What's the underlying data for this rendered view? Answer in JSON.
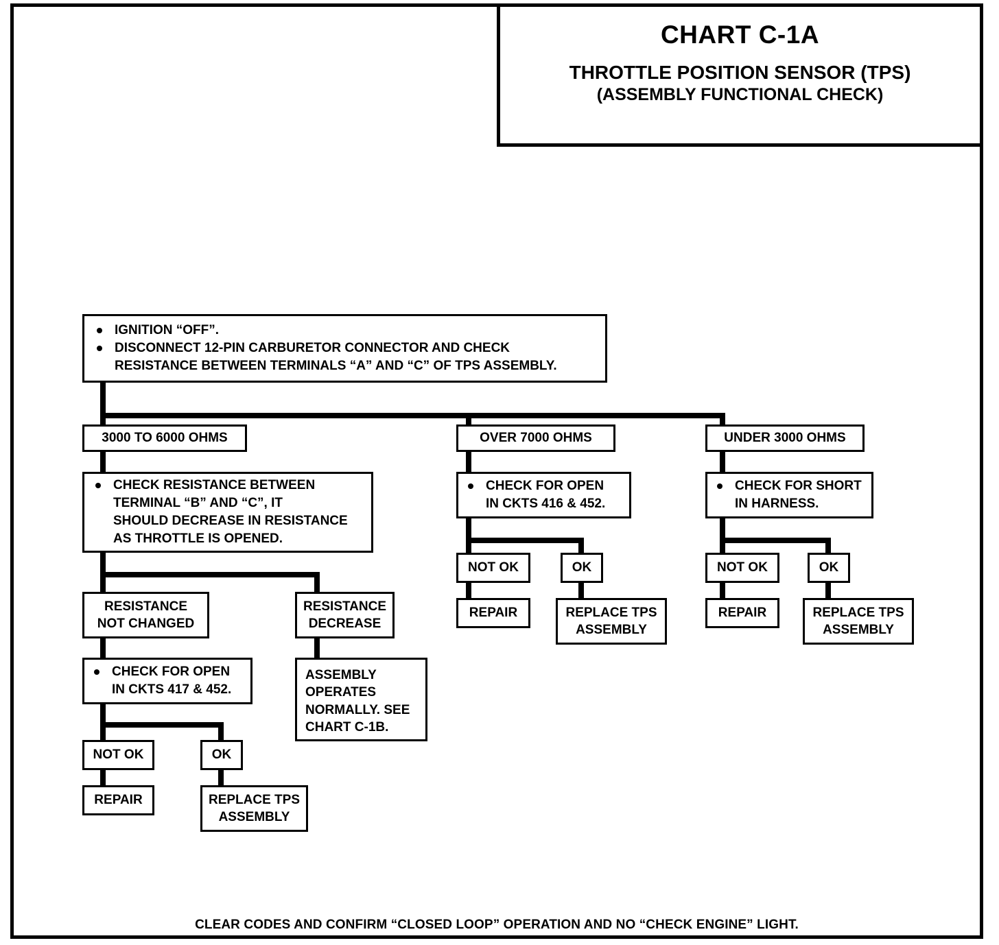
{
  "title": {
    "chart_id": "CHART C-1A",
    "subtitle_1": "THROTTLE POSITION SENSOR (TPS)",
    "subtitle_2": "(ASSEMBLY FUNCTIONAL CHECK)"
  },
  "footer": {
    "note": "CLEAR CODES AND CONFIRM  “CLOSED LOOP” OPERATION AND NO “CHECK ENGINE” LIGHT."
  },
  "start": {
    "bullet_1": "IGNITION “OFF”.",
    "bullet_2_line_1": "DISCONNECT 12-PIN CARBURETOR CONNECTOR AND CHECK",
    "bullet_2_line_2": "RESISTANCE BETWEEN TERMINALS “A” AND “C” OF TPS ASSEMBLY."
  },
  "branches": {
    "left_label": "3000 TO 6000 OHMS",
    "mid_label": "OVER 7000 OHMS",
    "right_label": "UNDER 3000 OHMS"
  },
  "left_branch": {
    "check_line_1": "CHECK RESISTANCE BETWEEN",
    "check_line_2": "TERMINAL “B” AND “C”, IT",
    "check_line_3": "SHOULD DECREASE IN RESISTANCE",
    "check_line_4": "AS THROTTLE IS OPENED.",
    "res_not_changed_l1": "RESISTANCE",
    "res_not_changed_l2": "NOT CHANGED",
    "res_decrease_l1": "RESISTANCE",
    "res_decrease_l2": "DECREASE",
    "open_ckts_l1": "CHECK FOR OPEN",
    "open_ckts_l2": "IN CKTS 417 & 452.",
    "normal_l1": "ASSEMBLY",
    "normal_l2": "OPERATES",
    "normal_l3": "NORMALLY. SEE",
    "normal_l4": "CHART C-1B.",
    "not_ok": "NOT OK",
    "ok": "OK",
    "repair": "REPAIR",
    "replace_l1": "REPLACE TPS",
    "replace_l2": "ASSEMBLY"
  },
  "mid_branch": {
    "check_l1": "CHECK FOR OPEN",
    "check_l2": "IN CKTS 416 & 452.",
    "not_ok": "NOT OK",
    "ok": "OK",
    "repair": "REPAIR",
    "replace_l1": "REPLACE TPS",
    "replace_l2": "ASSEMBLY"
  },
  "right_branch": {
    "check_l1": "CHECK FOR SHORT",
    "check_l2": "IN HARNESS.",
    "not_ok": "NOT OK",
    "ok": "OK",
    "repair": "REPAIR",
    "replace_l1": "REPLACE TPS",
    "replace_l2": "ASSEMBLY"
  },
  "chart_data": {
    "type": "diagram",
    "diagram_kind": "troubleshooting-flowchart",
    "title": "CHART C-1A — THROTTLE POSITION SENSOR (TPS) (ASSEMBLY FUNCTIONAL CHECK)",
    "nodes": [
      {
        "id": "start",
        "text": "IGNITION “OFF”. / DISCONNECT 12-PIN CARBURETOR CONNECTOR AND CHECK RESISTANCE BETWEEN TERMINALS “A” AND “C” OF TPS ASSEMBLY."
      },
      {
        "id": "b-left",
        "text": "3000 TO 6000 OHMS"
      },
      {
        "id": "b-mid",
        "text": "OVER 7000 OHMS"
      },
      {
        "id": "b-right",
        "text": "UNDER 3000 OHMS"
      },
      {
        "id": "l-check",
        "text": "CHECK RESISTANCE BETWEEN TERMINAL “B” AND “C”, IT SHOULD DECREASE IN RESISTANCE AS THROTTLE IS OPENED."
      },
      {
        "id": "l-notchanged",
        "text": "RESISTANCE NOT CHANGED"
      },
      {
        "id": "l-decrease",
        "text": "RESISTANCE DECREASE"
      },
      {
        "id": "l-open",
        "text": "CHECK FOR OPEN IN CKTS 417 & 452."
      },
      {
        "id": "l-normal",
        "text": "ASSEMBLY OPERATES NORMALLY. SEE CHART C-1B."
      },
      {
        "id": "l-notok",
        "text": "NOT OK"
      },
      {
        "id": "l-ok",
        "text": "OK"
      },
      {
        "id": "l-repair",
        "text": "REPAIR"
      },
      {
        "id": "l-replace",
        "text": "REPLACE TPS ASSEMBLY"
      },
      {
        "id": "m-check",
        "text": "CHECK FOR OPEN IN CKTS 416 & 452."
      },
      {
        "id": "m-notok",
        "text": "NOT OK"
      },
      {
        "id": "m-ok",
        "text": "OK"
      },
      {
        "id": "m-repair",
        "text": "REPAIR"
      },
      {
        "id": "m-replace",
        "text": "REPLACE TPS ASSEMBLY"
      },
      {
        "id": "r-check",
        "text": "CHECK FOR SHORT IN HARNESS."
      },
      {
        "id": "r-notok",
        "text": "NOT OK"
      },
      {
        "id": "r-ok",
        "text": "OK"
      },
      {
        "id": "r-repair",
        "text": "REPAIR"
      },
      {
        "id": "r-replace",
        "text": "REPLACE TPS ASSEMBLY"
      }
    ],
    "edges": [
      [
        "start",
        "b-left"
      ],
      [
        "start",
        "b-mid"
      ],
      [
        "start",
        "b-right"
      ],
      [
        "b-left",
        "l-check"
      ],
      [
        "l-check",
        "l-notchanged"
      ],
      [
        "l-check",
        "l-decrease"
      ],
      [
        "l-notchanged",
        "l-open"
      ],
      [
        "l-decrease",
        "l-normal"
      ],
      [
        "l-open",
        "l-notok"
      ],
      [
        "l-open",
        "l-ok"
      ],
      [
        "l-notok",
        "l-repair"
      ],
      [
        "l-ok",
        "l-replace"
      ],
      [
        "b-mid",
        "m-check"
      ],
      [
        "m-check",
        "m-notok"
      ],
      [
        "m-check",
        "m-ok"
      ],
      [
        "m-notok",
        "m-repair"
      ],
      [
        "m-ok",
        "m-replace"
      ],
      [
        "b-right",
        "r-check"
      ],
      [
        "r-check",
        "r-notok"
      ],
      [
        "r-check",
        "r-ok"
      ],
      [
        "r-notok",
        "r-repair"
      ],
      [
        "r-ok",
        "r-replace"
      ]
    ],
    "footer": "CLEAR CODES AND CONFIRM  “CLOSED LOOP” OPERATION AND NO “CHECK ENGINE” LIGHT."
  }
}
